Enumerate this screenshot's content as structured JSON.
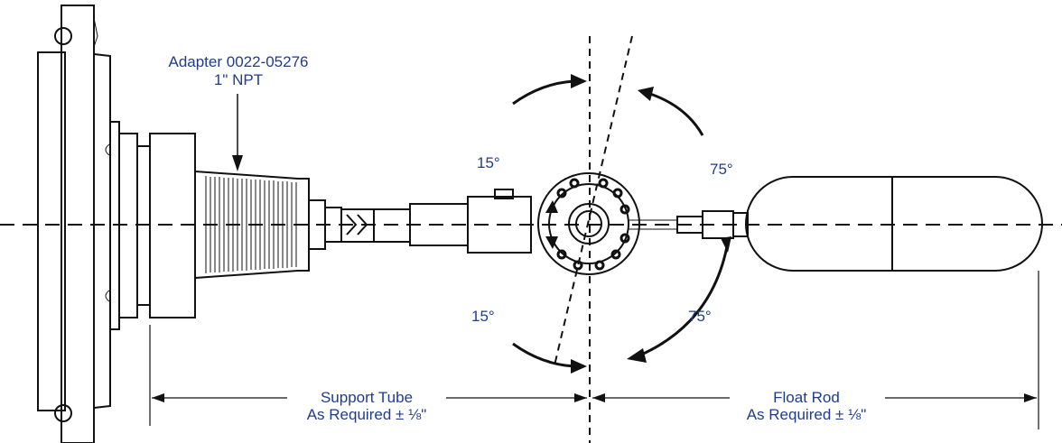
{
  "labels": {
    "adapter_line1": "Adapter 0022-05276",
    "adapter_line2": "1\" NPT",
    "angle_upper_left": "15°",
    "angle_lower_left": "15°",
    "angle_upper_right": "75°",
    "angle_lower_right": "75°",
    "support_tube_line1": "Support Tube",
    "support_tube_line2": "As Required ± ⅛\"",
    "float_rod_line1": "Float Rod",
    "float_rod_line2": "As Required ± ⅛\""
  },
  "colors": {
    "label": "#1f3c8f",
    "ink": "#111111"
  }
}
